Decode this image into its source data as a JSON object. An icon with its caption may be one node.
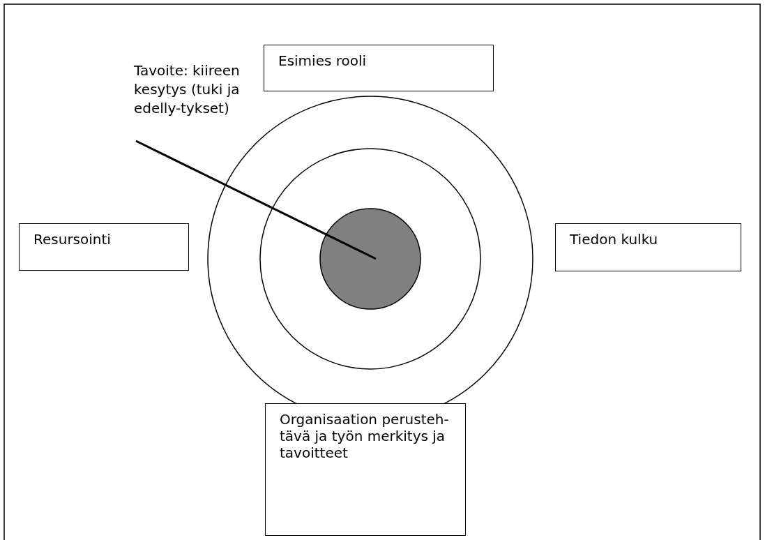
{
  "diagram": {
    "nodes": [
      {
        "text": [
          "Tavoite: kiireen kesytys (tuki ja edelly-tykset)"
        ]
      },
      {
        "text": [
          "Esimies rooli"
        ]
      },
      {
        "text": [
          "Resursointi"
        ]
      },
      {
        "text": [
          "Tiedon kulku"
        ]
      },
      {
        "text": [
          "Organisaation perusteh-tävä ja työn merkitys ja tavoitteet"
        ]
      },
      {
        "text": [],
        "shape": "circle"
      }
    ],
    "edges": [
      {
        "from": 0,
        "to": 5,
        "arrow": "none"
      }
    ]
  }
}
